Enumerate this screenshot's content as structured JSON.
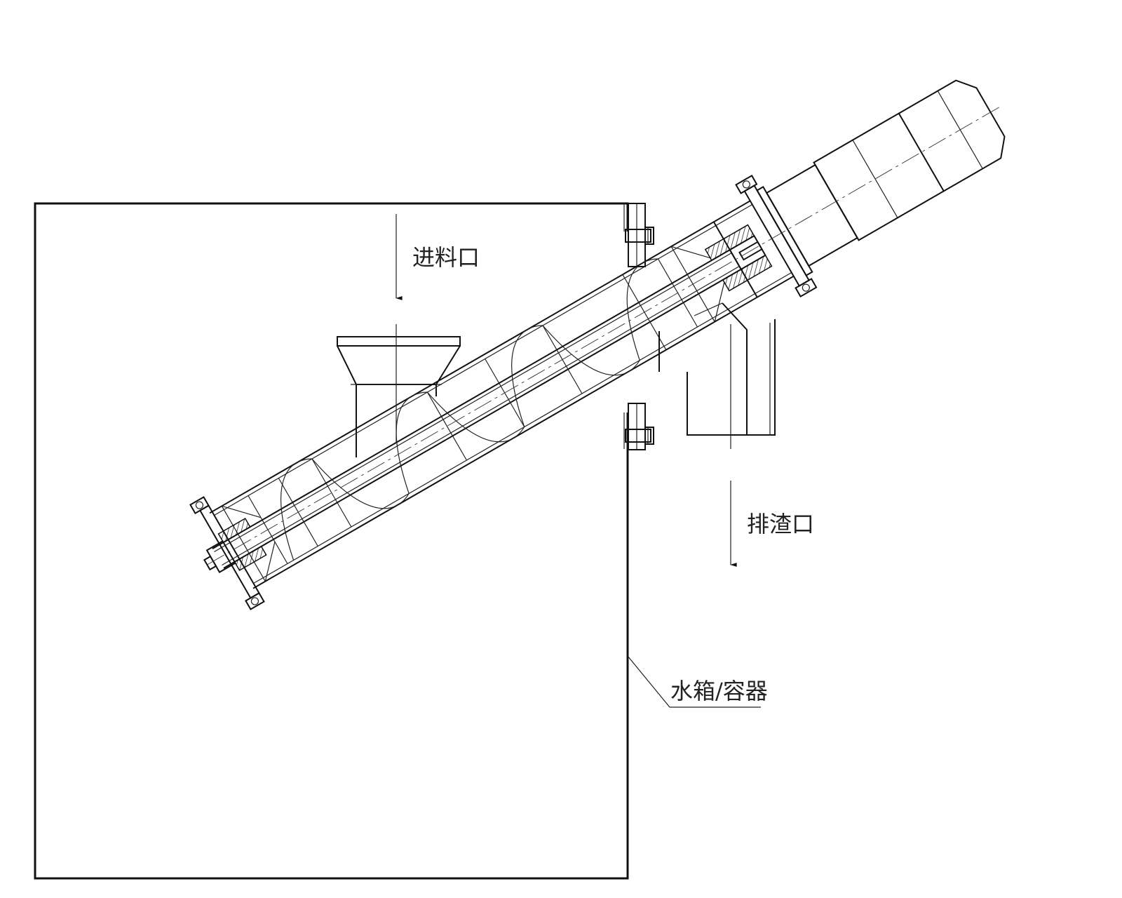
{
  "labels": {
    "inlet": "进料口",
    "slag_outlet": "排渣口",
    "tank": "水箱/容器"
  },
  "colors": {
    "line": "#111111",
    "background": "#ffffff"
  }
}
